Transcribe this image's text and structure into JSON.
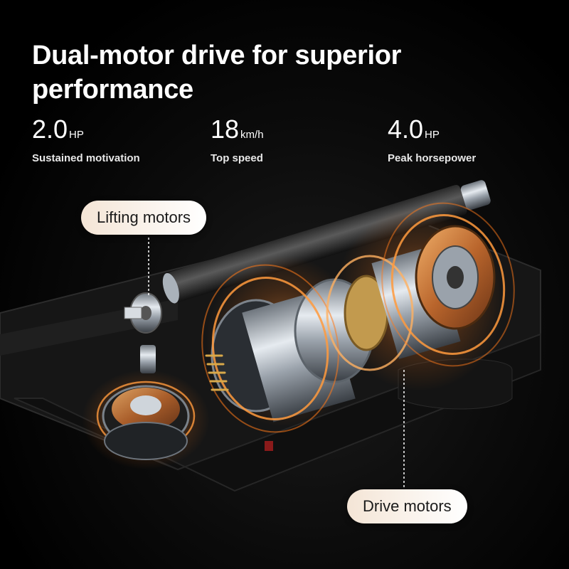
{
  "headline": "Dual-motor drive for superior performance",
  "stats": [
    {
      "value": "2.0",
      "unit": "HP",
      "caption": "Sustained motivation"
    },
    {
      "value": "18",
      "unit": "km/h",
      "caption": "Top speed"
    },
    {
      "value": "4.0",
      "unit": "HP",
      "caption": "Peak horsepower"
    }
  ],
  "callouts": {
    "lifting": "Lifting motors",
    "drive": "Drive motors"
  },
  "colors": {
    "background": "#000000",
    "glow": "#ff8a2a",
    "copper": "#c8793a",
    "steel": "#b9c0c8",
    "pill": "#f4e5d6"
  }
}
